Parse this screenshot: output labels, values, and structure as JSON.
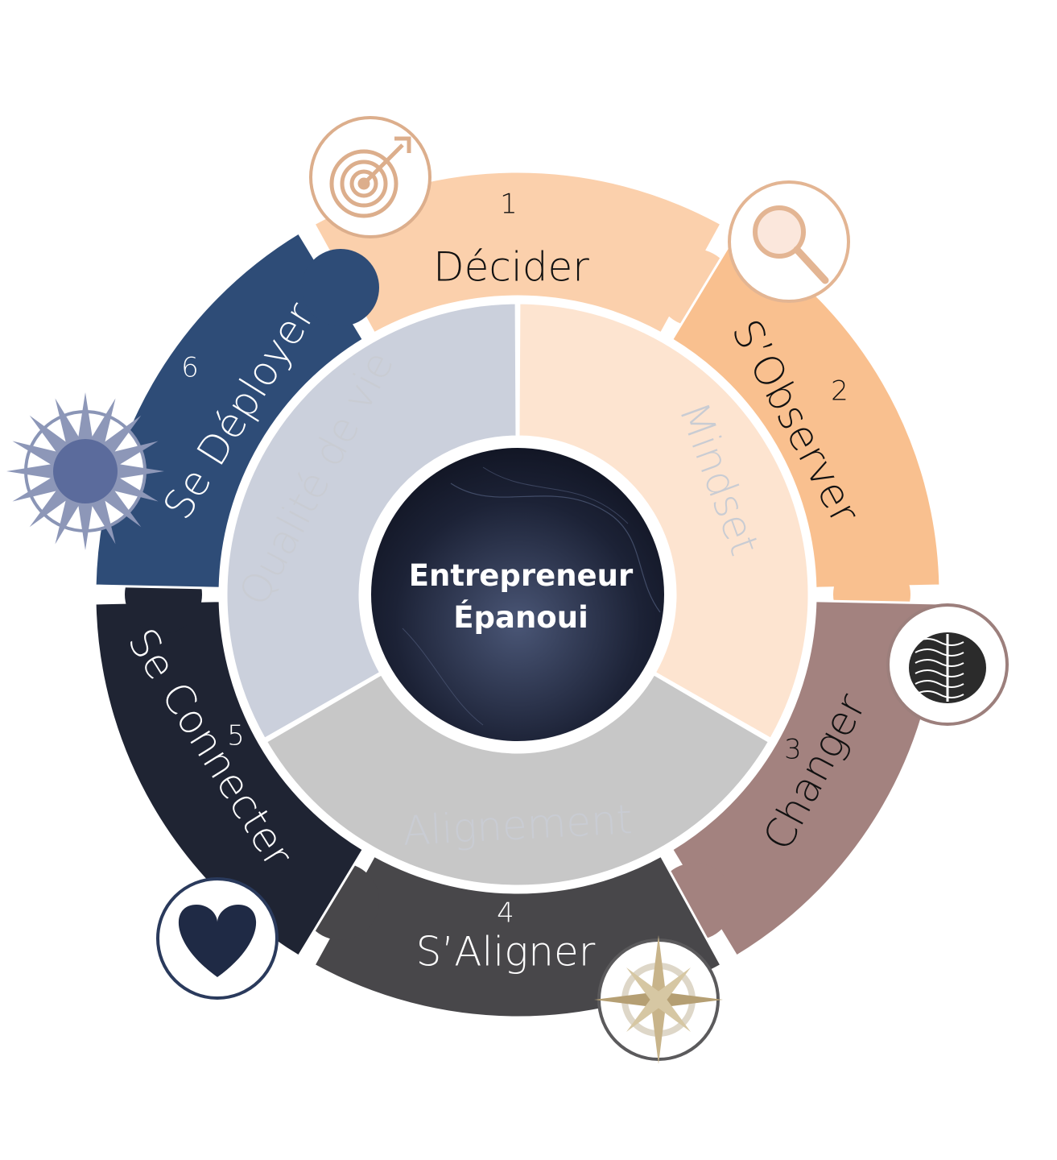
{
  "center": {
    "line1": "Entrepreneur",
    "line2": "Épanoui"
  },
  "core": [
    {
      "id": "mindset",
      "label": "Mindset",
      "color": "#fde4d0",
      "text_color": "#f1d2c0"
    },
    {
      "id": "alignement",
      "label": "Alignement",
      "color": "#c7c7c7",
      "text_color": "#d6d6d6"
    },
    {
      "id": "qualite",
      "label": "Qualité de vie",
      "color": "#cbd0dc",
      "text_color": "#dadde4"
    }
  ],
  "steps": [
    {
      "id": "decider",
      "number": "1",
      "label": "Décider",
      "color": "#fbd0ac",
      "text_color": "#111111",
      "icon": "target-arrow-icon",
      "icon_color": "#dcae8c"
    },
    {
      "id": "observer",
      "number": "2",
      "label": "S’Observer",
      "color": "#f9c08f",
      "text_color": "#111111",
      "icon": "magnifier-icon",
      "icon_color": "#e3b593"
    },
    {
      "id": "changer",
      "number": "3",
      "label": "Changer",
      "color": "#a3827f",
      "text_color": "#111111",
      "icon": "brain-icon",
      "icon_color": "#9c7f7c"
    },
    {
      "id": "aligner",
      "number": "4",
      "label": "S’Aligner",
      "color": "#48474a",
      "text_color": "#ffffff",
      "icon": "compass-rose-icon",
      "icon_color": "#5b5a5c"
    },
    {
      "id": "connecter",
      "number": "5",
      "label": "Se Connecter",
      "color": "#1f2433",
      "text_color": "#ffffff",
      "icon": "heart-icon",
      "icon_color": "#2a3a5c"
    },
    {
      "id": "deployer",
      "number": "6",
      "label": "Se Déployer",
      "color": "#2e4c77",
      "text_color": "#ffffff",
      "icon": "star-burst-icon",
      "icon_color": "#8a95b6"
    }
  ]
}
